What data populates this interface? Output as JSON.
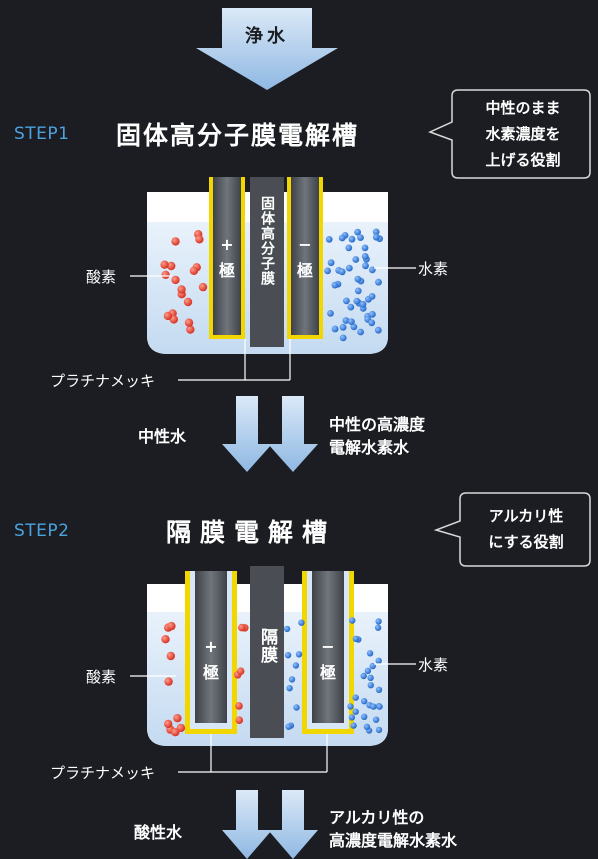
{
  "input": {
    "label": "浄水"
  },
  "step1": {
    "step": "STEP1",
    "title": "固体高分子膜電解槽",
    "callout": [
      "中性のまま",
      "水素濃度を",
      "上げる役割"
    ],
    "membrane": "固体高分子膜",
    "anode": [
      "+",
      "極"
    ],
    "cathode": [
      "−",
      "極"
    ],
    "left_label": "酸素",
    "right_label": "水素",
    "plating": "プラチナメッキ",
    "out_left": "中性水",
    "out_right": [
      "中性の高濃度",
      "電解水素水"
    ]
  },
  "step2": {
    "step": "STEP2",
    "title": "隔膜電解槽",
    "callout": [
      "アルカリ性",
      "にする役割"
    ],
    "membrane": "隔膜",
    "anode": [
      "+",
      "極"
    ],
    "cathode": [
      "−",
      "極"
    ],
    "left_label": "酸素",
    "right_label": "水素",
    "plating": "プラチナメッキ",
    "out_left": "酸性水",
    "out_right": [
      "アルカリ性の",
      "高濃度電解水素水"
    ]
  },
  "colors": {
    "background": "#1b1d22",
    "step_accent": "#4aa3df",
    "oxygen_bubble": "#e03a2a",
    "hydrogen_bubble": "#2f78d4",
    "platinum_plating": "#f2d600",
    "electrode": "#555a60"
  }
}
